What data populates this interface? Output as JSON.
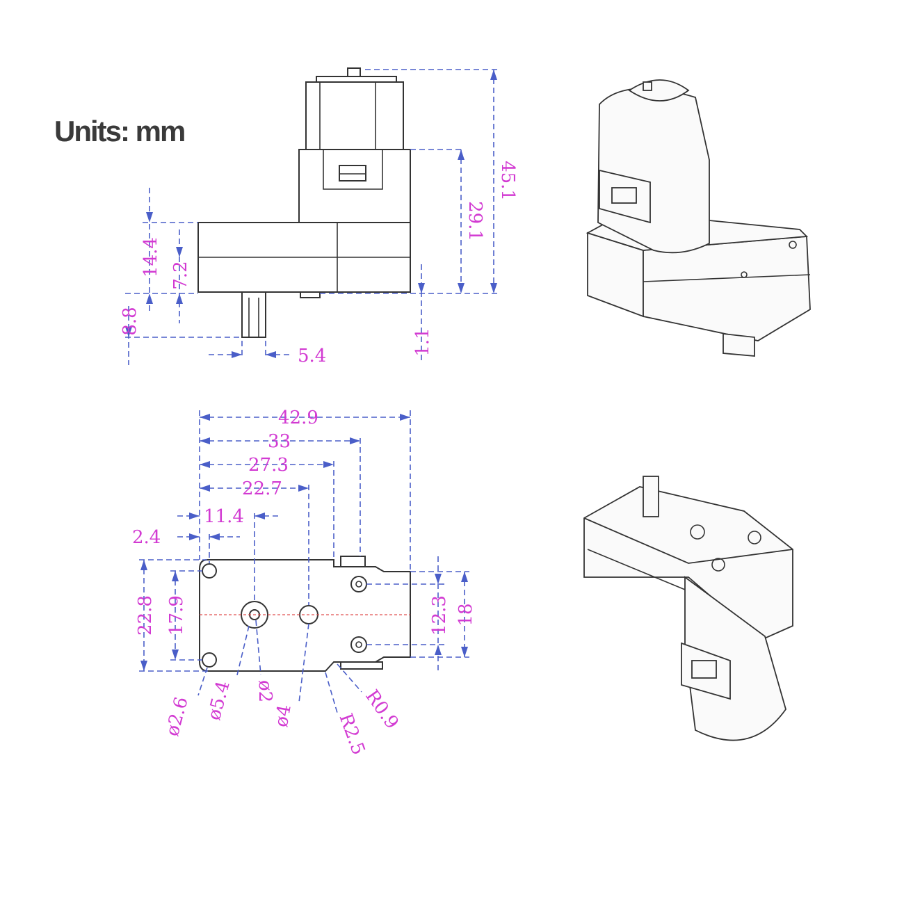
{
  "units_label": "Units: mm",
  "side_view": {
    "dims": {
      "total_height": "45.1",
      "motor_height": "29.1",
      "gearbox_height": "14.4",
      "gearbox_mid": "7.2",
      "shaft_length": "8.8",
      "bottom_offset": "1.1",
      "shaft_width": "5.4"
    }
  },
  "bottom_view": {
    "dims": {
      "length_total": "42.9",
      "length_33": "33",
      "length_27_3": "27.3",
      "length_22_7": "22.7",
      "hole_offset": "11.4",
      "edge_offset": "2.4",
      "width_22_8": "22.8",
      "width_17_9": "17.9",
      "screw_spacing": "12.3",
      "motor_width": "18"
    },
    "callouts": {
      "mount_hole": "ø2.6",
      "boss": "ø5.4",
      "shaft": "ø2",
      "pin_hole": "ø4",
      "radius_large": "R2.5",
      "radius_small": "R0.9"
    }
  },
  "colors": {
    "dimension_text": "#d23ad2",
    "dimension_line": "#4a5ec8",
    "outline": "#333333"
  }
}
